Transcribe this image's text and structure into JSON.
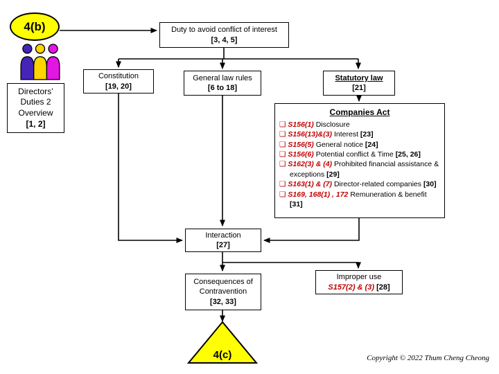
{
  "colors": {
    "accent_red": "#C00000",
    "shape_yellow": "#FFFF00",
    "figure_left": "#4425B8",
    "figure_middle": "#FFD400",
    "figure_right": "#E316E3"
  },
  "start_node": {
    "label": "4(b)"
  },
  "overview_box": {
    "line1": "Directors’",
    "line2": "Duties 2",
    "line3": "Overview",
    "ref": "[1, 2]"
  },
  "duty_box": {
    "title": "Duty to avoid conflict of interest",
    "ref": "[3, 4, 5]"
  },
  "constitution_box": {
    "title": "Constitution",
    "ref": "[19, 20]"
  },
  "general_box": {
    "title": "General law rules",
    "ref": "[6 to 18]"
  },
  "statutory_box": {
    "title": "Statutory law",
    "ref": "[21]"
  },
  "companies_act_box": {
    "title": "Companies Act",
    "bullet": "❑",
    "items": [
      {
        "section": "S156(1)",
        "desc": "Disclosure",
        "ref": ""
      },
      {
        "section": "S156(13)&(3)",
        "desc": "Interest",
        "ref": "[23]"
      },
      {
        "section": "S156(5)",
        "desc": "General notice",
        "ref": "[24]"
      },
      {
        "section": "S156(6)",
        "desc": "Potential conflict & Time",
        "ref": "[25, 26]"
      },
      {
        "section": "S162(3) & (4)",
        "desc": "Prohibited financial assistance & exceptions",
        "ref": "[29]"
      },
      {
        "section": "S163(1) & (7)",
        "desc": "Director-related companies",
        "ref": "[30]"
      },
      {
        "section": "S169, 168(1) , 172",
        "desc": "Remuneration & benefit",
        "ref": "[31]"
      }
    ]
  },
  "interaction_box": {
    "title": "Interaction",
    "ref": "[27]"
  },
  "consequences_box": {
    "line1": "Consequences of",
    "line2": "Contravention",
    "ref": "[32, 33]"
  },
  "improper_box": {
    "title": "Improper use",
    "section": "S157(2) & (3)",
    "ref": "[28]"
  },
  "end_node": {
    "label": "4(c)"
  },
  "footer": {
    "copyright": "Copyright © 2022 Thum Cheng Cheong"
  }
}
